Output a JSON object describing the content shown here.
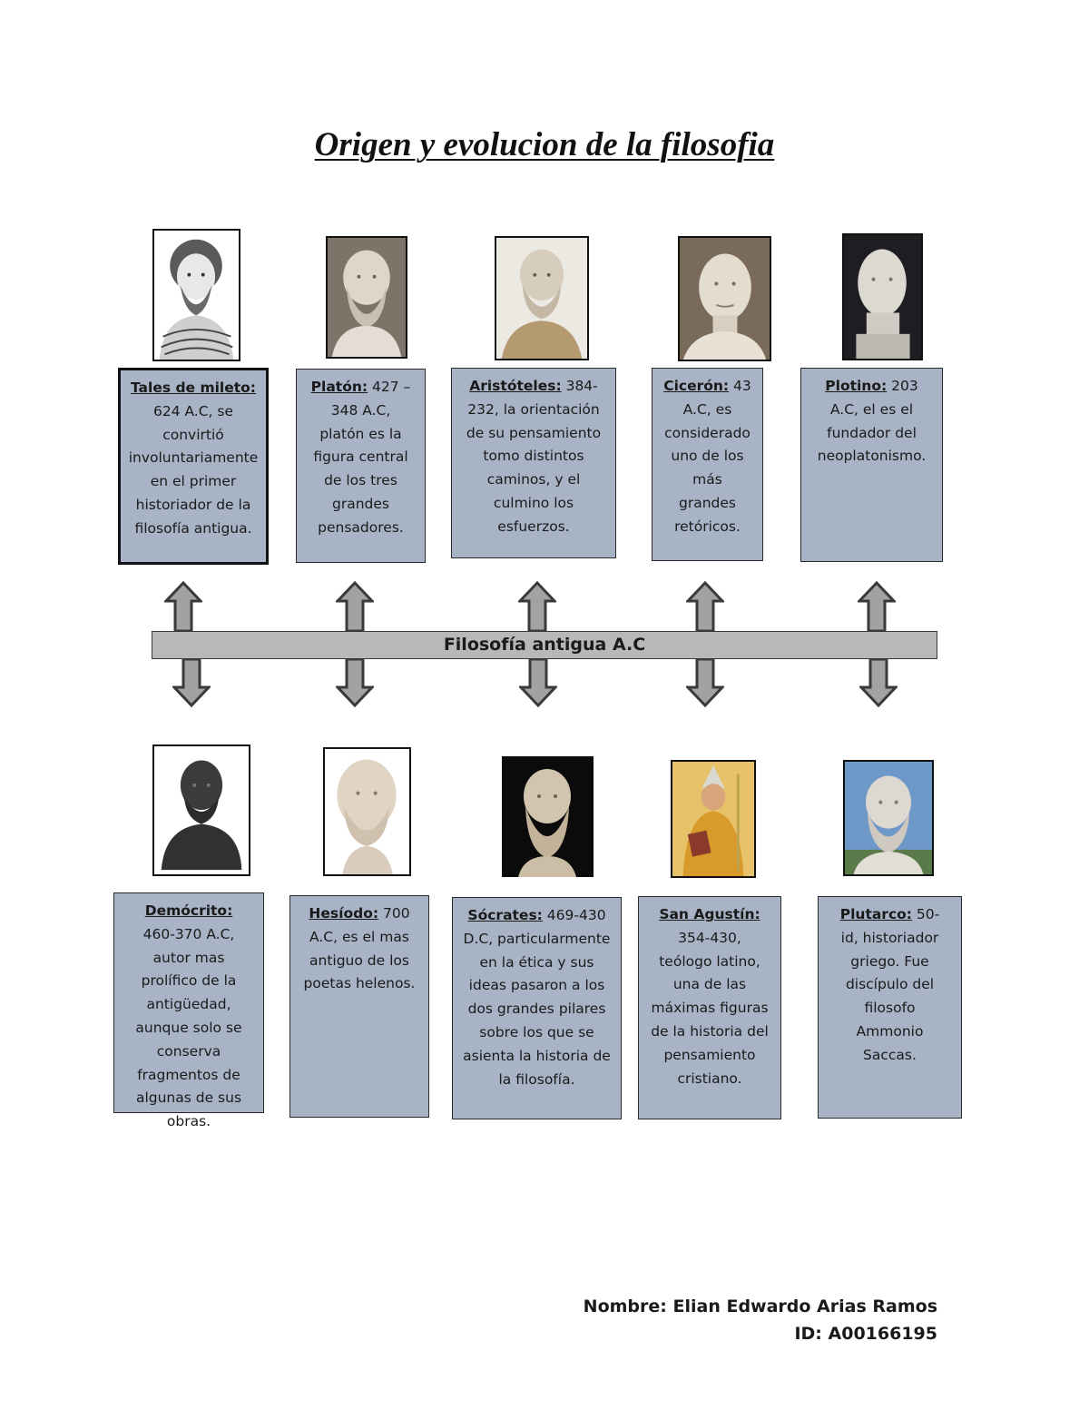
{
  "title": "Origen y evolucion de la filosofia",
  "timeline_label": "Filosofía antigua A.C",
  "top": [
    {
      "name": "Tales de mileto:",
      "text": " 624 A.C, se convirtió involuntariamente en el primer historiador de la filosofía antigua.",
      "portrait": "tales-portrait"
    },
    {
      "name": "Platón:",
      "text": " 427 – 348 A.C, platón es la figura central de los tres grandes pensadores.",
      "portrait": "plato-portrait"
    },
    {
      "name": "Aristóteles:",
      "text": " 384-232, la orientación de su pensamiento tomo distintos caminos, y el culmino los esfuerzos.",
      "portrait": "aristotle-portrait"
    },
    {
      "name": "Cicerón:",
      "text": " 43 A.C, es considerado uno de los más grandes retóricos.",
      "portrait": "cicero-portrait"
    },
    {
      "name": "Plotino:",
      "text": " 203 A.C, el es el fundador del neoplatonismo.",
      "portrait": "plotinus-portrait"
    }
  ],
  "bottom": [
    {
      "name": "Demócrito:",
      "text": " 460-370 A.C, autor mas prolífico de la antigüedad, aunque solo se conserva fragmentos de algunas de sus obras.",
      "portrait": "democritus-portrait"
    },
    {
      "name": "Hesíodo:",
      "text": " 700 A.C, es el mas antiguo de los poetas helenos.",
      "portrait": "hesiod-portrait"
    },
    {
      "name": "Sócrates:",
      "text": " 469-430 D.C, particularmente en la ética y sus ideas pasaron a los dos grandes pilares sobre los que se asienta la historia de la filosofía.",
      "portrait": "socrates-portrait"
    },
    {
      "name": "San Agustín:",
      "text": " 354-430, teólogo latino, una de las máximas figuras de la historia del pensamiento cristiano.",
      "portrait": "augustine-portrait"
    },
    {
      "name": "Plutarco:",
      "text": " 50-id, historiador griego. Fue discípulo del filosofo Ammonio Saccas.",
      "portrait": "plutarch-portrait"
    }
  ],
  "footer": {
    "name_line": "Nombre: Elian Edwardo Arias Ramos",
    "id_line": "ID: A00166195"
  }
}
